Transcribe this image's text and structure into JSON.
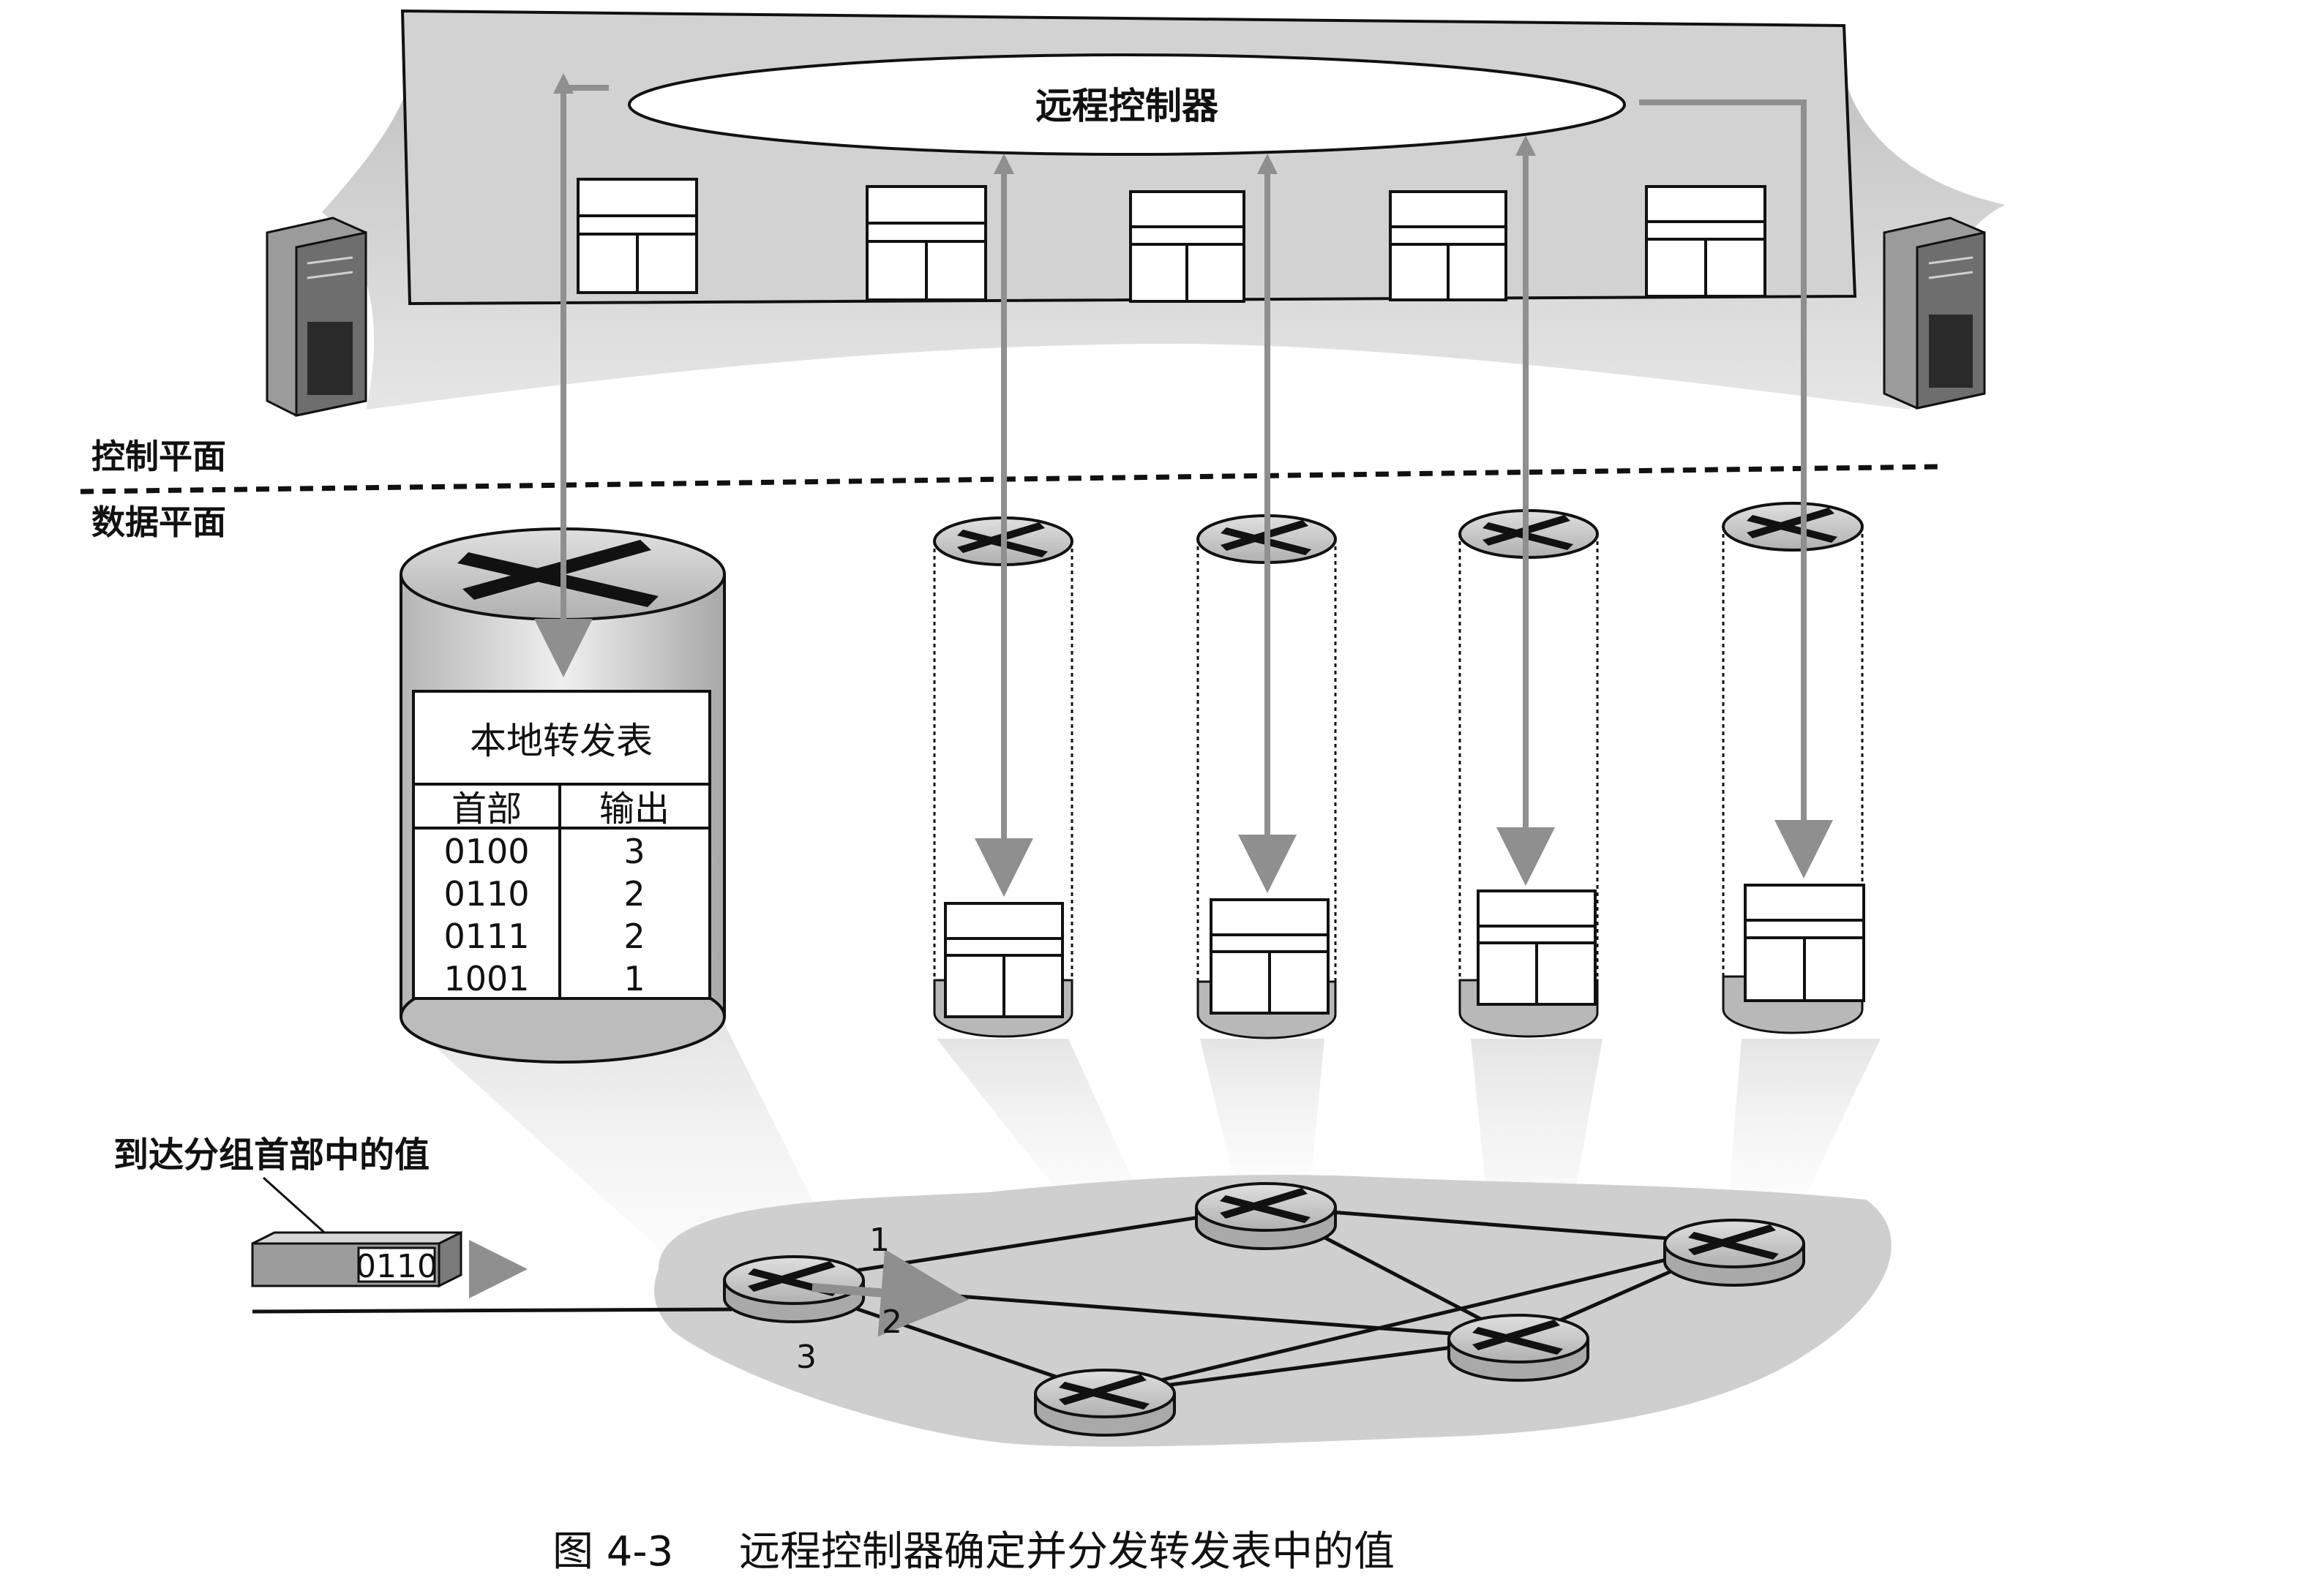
{
  "controller": {
    "label": "远程控制器"
  },
  "planes": {
    "control_label": "控制平面",
    "data_label": "数据平面"
  },
  "local_table": {
    "title": "本地转发表",
    "header_col": "首部",
    "output_col": "输出",
    "rows": [
      {
        "header": "0100",
        "output": "3"
      },
      {
        "header": "0110",
        "output": "2"
      },
      {
        "header": "0111",
        "output": "2"
      },
      {
        "header": "1001",
        "output": "1"
      }
    ]
  },
  "packet": {
    "label": "到达分组首部中的值",
    "value": "0110"
  },
  "ports": [
    "1",
    "2",
    "3"
  ],
  "caption": {
    "figure_number": "图 4-3",
    "text": "远程控制器确定并分发转发表中的值"
  },
  "colors": {
    "ink": "#111111",
    "shade": "#c9c9c9",
    "shade_dark": "#8a8a8a",
    "arrow": "#8f8f8f",
    "paper": "#ffffff"
  }
}
